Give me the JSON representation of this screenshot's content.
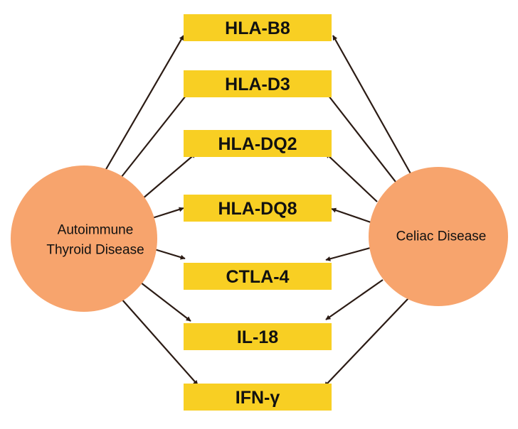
{
  "left_disease": {
    "lines": [
      "Autoimmune",
      "Thyroid Disease"
    ]
  },
  "right_disease": {
    "label": "Celiac Disease"
  },
  "genes": [
    "HLA-B8",
    "HLA-D3",
    "HLA-DQ2",
    "HLA-DQ8",
    "CTLA-4",
    "IL-18",
    "IFN-γ"
  ],
  "colors": {
    "circle": "#F7A46D",
    "box": "#F8CF23",
    "arrow": "#2B1B14",
    "text": "#111111"
  }
}
